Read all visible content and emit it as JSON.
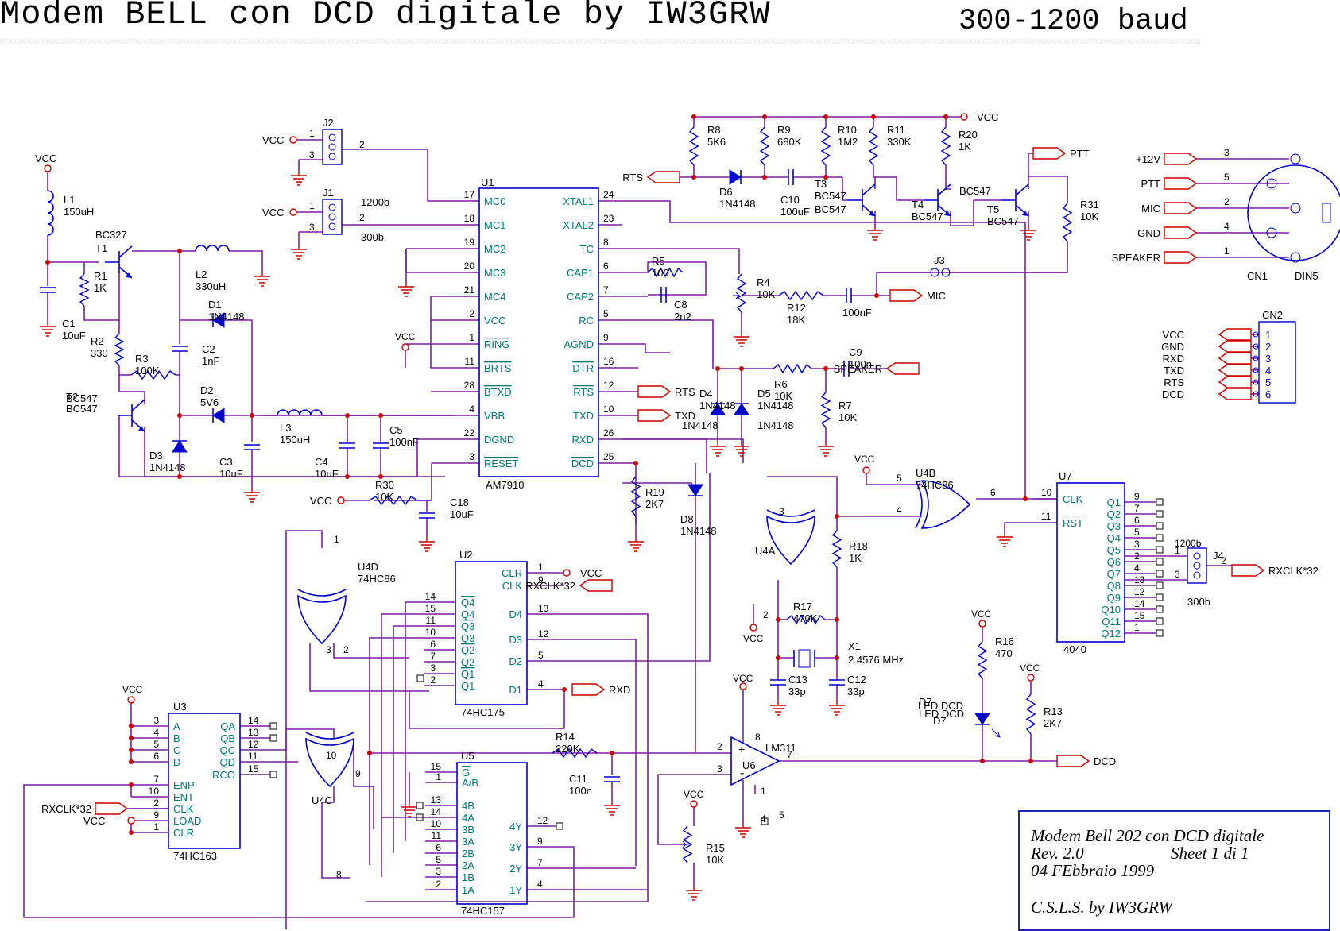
{
  "header": {
    "title": "Modem BELL con DCD digitale    by IW3GRW",
    "subtitle": "300-1200 baud"
  },
  "title_block": {
    "line1": "Modem Bell 202 con DCD digitale",
    "rev": "Rev. 2.0",
    "sheet": "Sheet  1  di  1",
    "date": "04 FEbbraio 1999",
    "author": "C.S.L.S. by IW3GRW"
  },
  "colors": {
    "wire": "#7b1fa2",
    "component": "#0000cc",
    "pin": "#cc0000",
    "text": "#000000",
    "pin_label": "#007777"
  },
  "chips": {
    "u1": {
      "ref": "U1",
      "type": "AM7910",
      "left_pins": [
        [
          "17",
          "MC0"
        ],
        [
          "18",
          "MC1"
        ],
        [
          "19",
          "MC2"
        ],
        [
          "20",
          "MC3"
        ],
        [
          "21",
          "MC4"
        ],
        [
          "2",
          "VCC"
        ],
        [
          "1",
          "RING"
        ],
        [
          "11",
          "BRTS"
        ],
        [
          "28",
          "BTXD"
        ],
        [
          "4",
          "VBB"
        ],
        [
          "22",
          "DGND"
        ],
        [
          "3",
          "RESET"
        ]
      ],
      "right_pins": [
        [
          "24",
          "XTAL1"
        ],
        [
          "23",
          "XTAL2"
        ],
        [
          "8",
          "TC"
        ],
        [
          "6",
          "CAP1"
        ],
        [
          "7",
          "CAP2"
        ],
        [
          "5",
          "RC"
        ],
        [
          "9",
          "AGND"
        ],
        [
          "16",
          "DTR"
        ],
        [
          "12",
          "RTS"
        ],
        [
          "10",
          "TXD"
        ],
        [
          "26",
          "RXD"
        ],
        [
          "25",
          "DCD"
        ]
      ]
    },
    "u2": {
      "ref": "U2",
      "type": "74HC175",
      "left_pins": [
        [
          "14",
          "Q4"
        ],
        [
          "15",
          "Q4"
        ],
        [
          "11",
          "Q3"
        ],
        [
          "10",
          "Q3"
        ],
        [
          "6",
          "Q2"
        ],
        [
          "7",
          "Q2"
        ],
        [
          "3",
          "Q1"
        ],
        [
          "2",
          "Q1"
        ]
      ],
      "right_pins": [
        [
          "1",
          "CLR"
        ],
        [
          "9",
          "CLK"
        ],
        [
          "13",
          "D4"
        ],
        [
          "12",
          "D3"
        ],
        [
          "5",
          "D2"
        ],
        [
          "4",
          "D1"
        ]
      ]
    },
    "u3": {
      "ref": "U3",
      "type": "74HC163",
      "left_pins": [
        [
          "3",
          "A"
        ],
        [
          "4",
          "B"
        ],
        [
          "5",
          "C"
        ],
        [
          "6",
          "D"
        ],
        [
          "7",
          "ENP"
        ],
        [
          "10",
          "ENT"
        ],
        [
          "2",
          "CLK"
        ],
        [
          "9",
          "LOAD"
        ],
        [
          "1",
          "CLR"
        ]
      ],
      "right_pins": [
        [
          "14",
          "QA"
        ],
        [
          "13",
          "QB"
        ],
        [
          "12",
          "QC"
        ],
        [
          "11",
          "QD"
        ],
        [
          "15",
          "RCO"
        ]
      ]
    },
    "u5": {
      "ref": "U5",
      "type": "74HC157",
      "left_pins": [
        [
          "15",
          "G"
        ],
        [
          "1",
          "A/B"
        ],
        [
          "13",
          "4B"
        ],
        [
          "14",
          "4A"
        ],
        [
          "10",
          "3B"
        ],
        [
          "11",
          "3A"
        ],
        [
          "6",
          "2B"
        ],
        [
          "5",
          "2A"
        ],
        [
          "3",
          "1B"
        ],
        [
          "2",
          "1A"
        ]
      ],
      "right_pins": [
        [
          "12",
          "4Y"
        ],
        [
          "9",
          "3Y"
        ],
        [
          "7",
          "2Y"
        ],
        [
          "4",
          "1Y"
        ]
      ]
    },
    "u7": {
      "ref": "U7",
      "type": "4040",
      "left_pins": [
        [
          "10",
          "CLK"
        ],
        [
          "11",
          "RST"
        ]
      ],
      "right_pins": [
        [
          "9",
          "Q1"
        ],
        [
          "7",
          "Q2"
        ],
        [
          "6",
          "Q3"
        ],
        [
          "5",
          "Q4"
        ],
        [
          "3",
          "Q5"
        ],
        [
          "2",
          "Q6"
        ],
        [
          "4",
          "Q7"
        ],
        [
          "13",
          "Q8"
        ],
        [
          "12",
          "Q9"
        ],
        [
          "14",
          "Q10"
        ],
        [
          "15",
          "Q11"
        ],
        [
          "1",
          "Q12"
        ]
      ]
    }
  },
  "gates": {
    "u4a": {
      "ref": "U4A"
    },
    "u4b": {
      "ref": "U4B",
      "type": "74HC86"
    },
    "u4c": {
      "ref": "U4C"
    },
    "u4d": {
      "ref": "U4D",
      "type": "74HC86"
    },
    "u6": {
      "ref": "U6",
      "type": "LM311"
    }
  },
  "connectors": {
    "cn1": {
      "ref": "CN1",
      "type": "DIN5",
      "pins": [
        [
          "+12V",
          "3"
        ],
        [
          "PTT",
          "5"
        ],
        [
          "MIC",
          "2"
        ],
        [
          "GND",
          "4"
        ],
        [
          "SPEAKER",
          "1"
        ]
      ]
    },
    "cn2": {
      "ref": "CN2",
      "pins": [
        [
          "VCC",
          "1"
        ],
        [
          "GND",
          "2"
        ],
        [
          "RXD",
          "3"
        ],
        [
          "TXD",
          "4"
        ],
        [
          "RTS",
          "5"
        ],
        [
          "DCD",
          "6"
        ]
      ]
    },
    "j1": {
      "ref": "J1",
      "a": "1200b",
      "b": "300b"
    },
    "j2": {
      "ref": "J2"
    },
    "j3": {
      "ref": "J3"
    },
    "j4": {
      "ref": "J4",
      "a": "1200b",
      "b": "300b"
    }
  },
  "components": [
    {
      "id": "l1",
      "ref": "L1",
      "value": "150uH"
    },
    {
      "id": "c1",
      "ref": "C1",
      "value": "10uF"
    },
    {
      "id": "t1",
      "ref": "T1",
      "value": "BC327"
    },
    {
      "id": "r1",
      "ref": "R1",
      "value": "1K"
    },
    {
      "id": "l2",
      "ref": "L2",
      "value": "330uH"
    },
    {
      "id": "r2",
      "ref": "R2",
      "value": "330"
    },
    {
      "id": "d1",
      "ref": "D1",
      "value": "1N4148"
    },
    {
      "id": "c2",
      "ref": "C2",
      "value": "1nF"
    },
    {
      "id": "r3",
      "ref": "R3",
      "value": "100K"
    },
    {
      "id": "d2",
      "ref": "D2",
      "value": "5V6"
    },
    {
      "id": "t2",
      "ref": "T2",
      "value": "BC547"
    },
    {
      "id": "d3",
      "ref": "D3",
      "value": "1N4148"
    },
    {
      "id": "c3",
      "ref": "C3",
      "value": "10uF"
    },
    {
      "id": "l3",
      "ref": "L3",
      "value": "150uH"
    },
    {
      "id": "c4",
      "ref": "C4",
      "value": "10uF"
    },
    {
      "id": "c5",
      "ref": "C5",
      "value": "100nF"
    },
    {
      "id": "r30",
      "ref": "R30",
      "value": "10K"
    },
    {
      "id": "c18",
      "ref": "C18",
      "value": "10uF"
    },
    {
      "id": "r8",
      "ref": "R8",
      "value": "5K6"
    },
    {
      "id": "r9",
      "ref": "R9",
      "value": "680K"
    },
    {
      "id": "r10",
      "ref": "R10",
      "value": "1M2"
    },
    {
      "id": "r11",
      "ref": "R11",
      "value": "330K"
    },
    {
      "id": "r20",
      "ref": "R20",
      "value": "1K"
    },
    {
      "id": "d6",
      "ref": "D6",
      "value": "1N4148"
    },
    {
      "id": "c10",
      "ref": "C10",
      "value": "100uF"
    },
    {
      "id": "t3",
      "ref": "T3",
      "value": "BC547"
    },
    {
      "id": "t4",
      "ref": "T4",
      "value": "BC547"
    },
    {
      "id": "t5",
      "ref": "T5",
      "value": "BC547"
    },
    {
      "id": "r31",
      "ref": "R31",
      "value": "10K"
    },
    {
      "id": "r5",
      "ref": "R5",
      "value": "100"
    },
    {
      "id": "c8",
      "ref": "C8",
      "value": "2n2"
    },
    {
      "id": "r4",
      "ref": "R4",
      "value": "10K"
    },
    {
      "id": "r12",
      "ref": "R12",
      "value": "18K"
    },
    {
      "id": "c_mic",
      "ref": "",
      "value": "100nF"
    },
    {
      "id": "r6",
      "ref": "R6",
      "value": "10K"
    },
    {
      "id": "c9",
      "ref": "C9",
      "value": "100n"
    },
    {
      "id": "r7",
      "ref": "R7",
      "value": "10K"
    },
    {
      "id": "d4",
      "ref": "D4",
      "value": "1N4148"
    },
    {
      "id": "d5",
      "ref": "D5",
      "value": "1N4148"
    },
    {
      "id": "r19",
      "ref": "R19",
      "value": "2K7"
    },
    {
      "id": "d8",
      "ref": "D8",
      "value": "1N4148"
    },
    {
      "id": "r18",
      "ref": "R18",
      "value": "1K"
    },
    {
      "id": "r17",
      "ref": "R17",
      "value": "470K"
    },
    {
      "id": "x1",
      "ref": "X1",
      "value": "2.4576 MHz"
    },
    {
      "id": "c13",
      "ref": "C13",
      "value": "33p"
    },
    {
      "id": "c12",
      "ref": "C12",
      "value": "33p"
    },
    {
      "id": "r14",
      "ref": "R14",
      "value": "220K"
    },
    {
      "id": "c11",
      "ref": "C11",
      "value": "100n"
    },
    {
      "id": "r15",
      "ref": "R15",
      "value": "10K"
    },
    {
      "id": "r16",
      "ref": "R16",
      "value": "470"
    },
    {
      "id": "d7",
      "ref": "D7",
      "value": "LED DCD"
    },
    {
      "id": "r13",
      "ref": "R13",
      "value": "2K7"
    }
  ],
  "nets": {
    "vcc": "VCC",
    "rts": "RTS",
    "txd": "TXD",
    "rxd": "RXD",
    "dcd": "DCD",
    "ptt": "PTT",
    "mic": "MIC",
    "speaker": "SPEAKER",
    "rxclk32": "RXCLK*32"
  }
}
